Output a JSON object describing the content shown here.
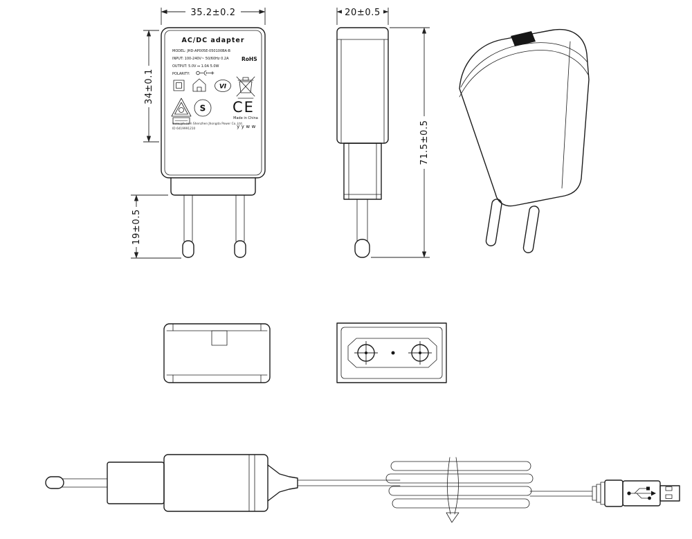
{
  "drawing_title": "AC/DC adapter",
  "dimensions": {
    "front_width": "35.2±0.2",
    "label_height": "34±0.1",
    "pin_length": "19±0.5",
    "side_width": "20±0.5",
    "overall_height": "71.5±0.5"
  },
  "label": {
    "title": "AC/DC  adapter",
    "model_line": "MODEL: JHD-AP005E-050100BA-B",
    "input_line": "INPUT: 100-240V~  50/60Hz  0.2A",
    "rohs": "RoHS",
    "output_line": "OUTPUT: 5.0V ⎓ 1.0A  5.0W",
    "polarity_label": "POLARITY:",
    "efficiency_mark": "VI",
    "s_mark": "S",
    "ce_mark": "CE",
    "made_in": "Made in China",
    "company_line": "www.jyh.com   Shenzhen Jhongda Power Co.,Ltd.",
    "id_line": "ID 6419991210",
    "date_code": "yyww"
  }
}
